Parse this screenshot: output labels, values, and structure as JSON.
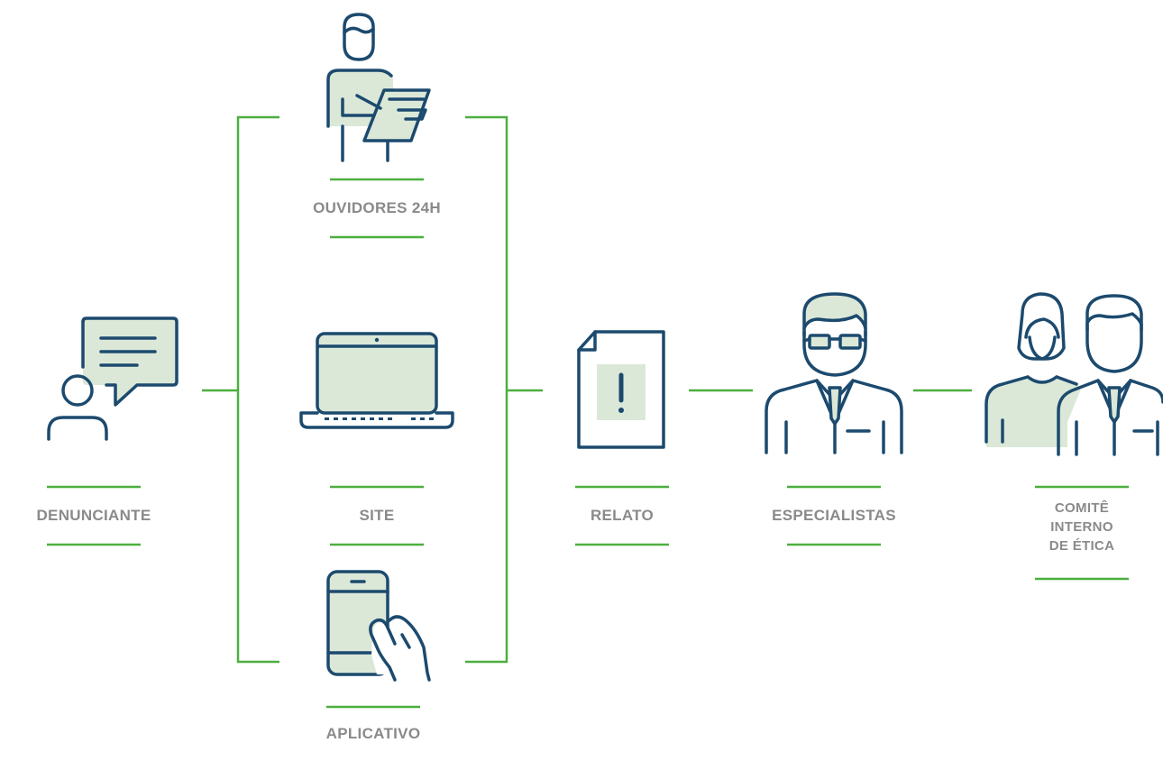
{
  "colors": {
    "connector": "#4caf3f",
    "icon_stroke": "#1c4a6e",
    "icon_fill": "#dbe8d8",
    "label_text": "#8a8a8a"
  },
  "nodes": {
    "denunciante": {
      "label": "DENUNCIANTE",
      "icon": "person-speech-bubble-icon"
    },
    "ouvidores": {
      "label": "OUVIDORES 24H",
      "icon": "person-clipboard-icon"
    },
    "site": {
      "label": "SITE",
      "icon": "laptop-icon"
    },
    "aplicativo": {
      "label": "APLICATIVO",
      "icon": "smartphone-hand-icon"
    },
    "relato": {
      "label": "RELATO",
      "icon": "document-alert-icon"
    },
    "especialistas": {
      "label": "ESPECIALISTAS",
      "icon": "man-glasses-tie-icon"
    },
    "comite": {
      "label_lines": [
        "COMITÊ",
        "INTERNO",
        "DE ÉTICA"
      ],
      "icon": "woman-and-man-icon"
    }
  }
}
